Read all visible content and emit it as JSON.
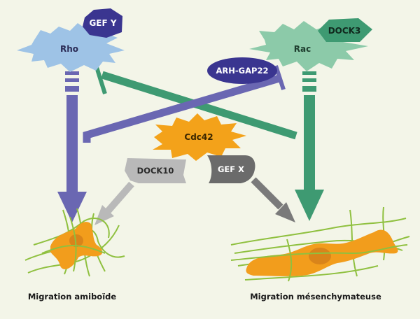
{
  "nodes": {
    "rho": "Rho",
    "gef_y": "GEF Y",
    "rac": "Rac",
    "dock3": "DOCK3",
    "arh_gap22": "ARH-GAP22",
    "cdc42": "Cdc42",
    "dock10": "DOCK10",
    "gef_x": "GEF X"
  },
  "outcomes": {
    "amoeboid": "Migration amiboïde",
    "mesenchymal": "Migration mésenchymateuse"
  },
  "colors": {
    "background": "#f3f5e8",
    "rho": "#9ec3e6",
    "rac": "#8ccaa9",
    "purple": "#6a67b2",
    "navy": "#3a3590",
    "green": "#3e9a72",
    "orange": "#f3a21a",
    "cell": "#f29d1c",
    "nucleus": "#d9841a",
    "filament": "#8fc03f",
    "light_grey": "#b9b9b9",
    "dark_grey": "#7a7a7a"
  }
}
